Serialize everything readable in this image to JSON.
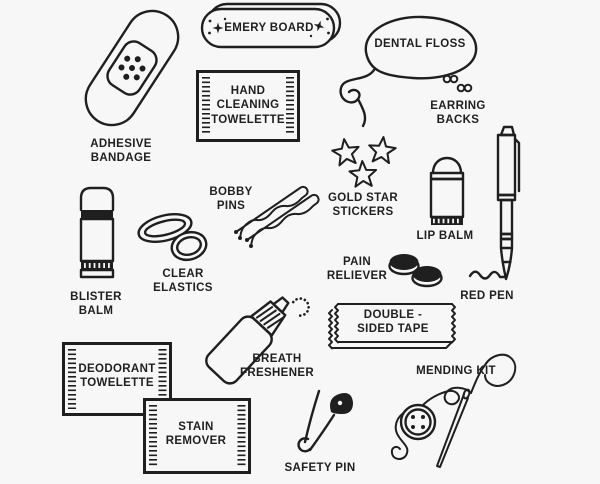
{
  "canvas": {
    "background": "#f7f7f7",
    "ink": "#1f1f1f"
  },
  "items": [
    {
      "id": "adhesive-bandage",
      "label": "ADHESIVE\nBANDAGE"
    },
    {
      "id": "emery-board",
      "label": "EMERY BOARD"
    },
    {
      "id": "dental-floss",
      "label": "DENTAL FLOSS"
    },
    {
      "id": "hand-cleaning-towelette",
      "label": "HAND\nCLEANING\nTOWELETTE"
    },
    {
      "id": "earring-backs",
      "label": "EARRING\nBACKS"
    },
    {
      "id": "gold-star-stickers",
      "label": "GOLD STAR\nSTICKERS"
    },
    {
      "id": "lip-balm",
      "label": "LIP BALM"
    },
    {
      "id": "red-pen",
      "label": "RED PEN"
    },
    {
      "id": "bobby-pins",
      "label": "BOBBY\nPINS"
    },
    {
      "id": "clear-elastics",
      "label": "CLEAR\nELASTICS"
    },
    {
      "id": "blister-balm",
      "label": "BLISTER\nBALM"
    },
    {
      "id": "pain-reliever",
      "label": "PAIN\nRELIEVER"
    },
    {
      "id": "double-sided-tape",
      "label": "DOUBLE -\nSIDED TAPE"
    },
    {
      "id": "breath-freshener",
      "label": "BREATH\nFRESHENER"
    },
    {
      "id": "deodorant-towelette",
      "label": "DEODORANT\nTOWELETTE"
    },
    {
      "id": "stain-remover",
      "label": "STAIN\nREMOVER"
    },
    {
      "id": "safety-pin",
      "label": "SAFETY PIN"
    },
    {
      "id": "mending-kit",
      "label": "MENDING KIT"
    }
  ]
}
